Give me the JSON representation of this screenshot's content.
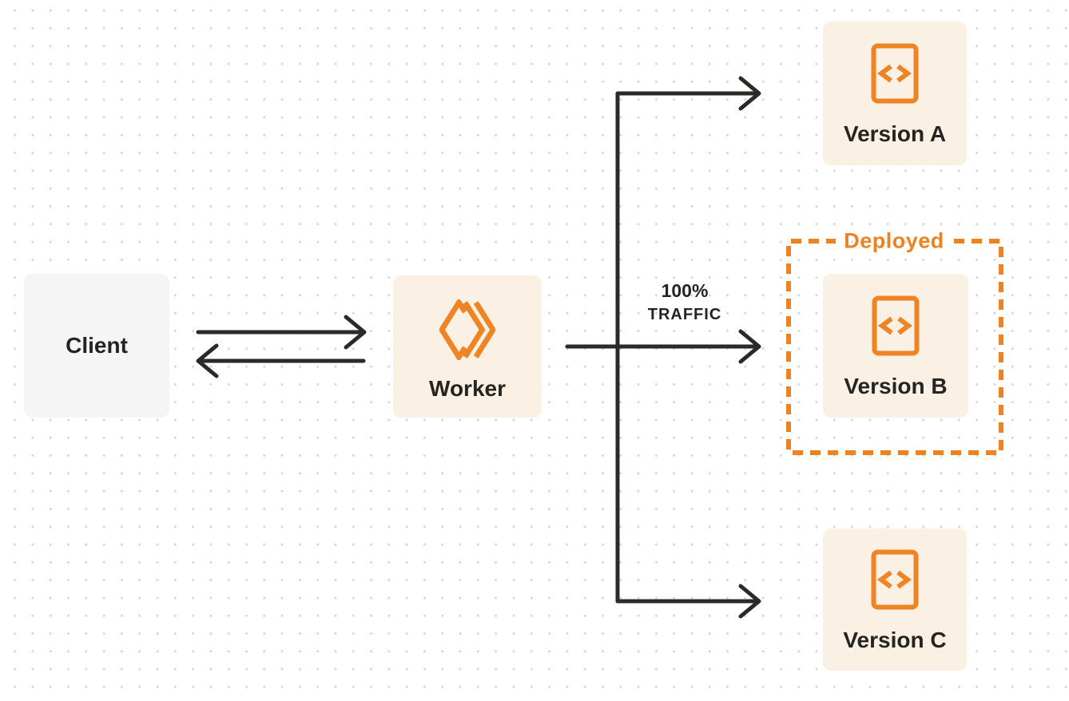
{
  "nodes": {
    "client": {
      "label": "Client"
    },
    "worker": {
      "label": "Worker"
    },
    "version_a": {
      "label": "Version A"
    },
    "version_b": {
      "label": "Version B"
    },
    "version_c": {
      "label": "Version C"
    }
  },
  "annotations": {
    "deployed": {
      "label": "Deployed"
    },
    "traffic": {
      "line1": "100%",
      "line2": "TRAFFIC"
    }
  },
  "icons": {
    "worker_icon": "workers-logo-icon",
    "version_icon": "code-file-icon"
  },
  "colors": {
    "orange": "#ee8424",
    "deployed_orange": "#ec8322",
    "node_cream": "#faf0e3",
    "node_gray": "#f5f5f6",
    "arrow_dark": "#2b2a26",
    "text_dark": "#262420",
    "dot_grid": "#d8d8d8",
    "background": "#ffffff"
  }
}
